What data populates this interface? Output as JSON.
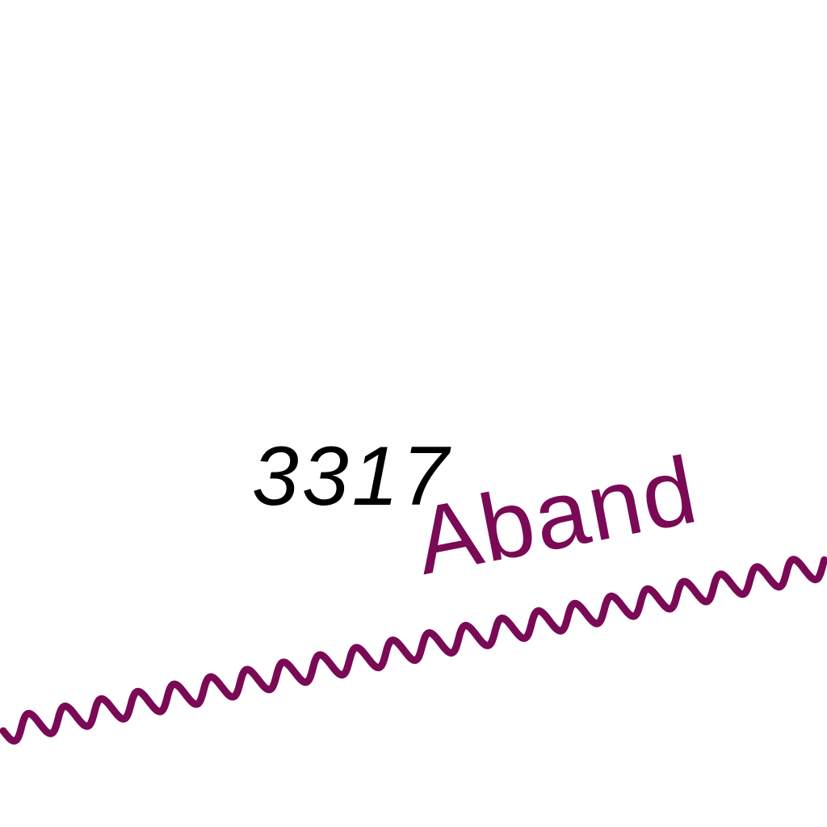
{
  "map": {
    "elevation_label": "3317",
    "line_label": "Aband",
    "colors": {
      "background": "#ffffff",
      "elevation_text": "#000000",
      "abandoned_line": "#7a0a55"
    },
    "line_style": "wavy"
  }
}
